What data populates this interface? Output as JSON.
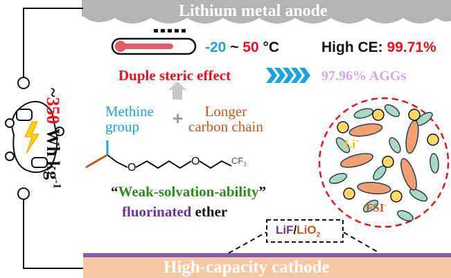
{
  "anode": {
    "label": "Lithium metal anode"
  },
  "cathode": {
    "label": "High-capacity cathode"
  },
  "temperature": {
    "low": "-20",
    "sep": " ~ ",
    "high": "50",
    "unit": " °C"
  },
  "ce": {
    "label": "High CE: ",
    "value": "99.71%"
  },
  "steric": {
    "label": "Duple steric effect"
  },
  "aggs": {
    "label": "97.96% AGGs"
  },
  "groups": {
    "methine_line1": "Methine",
    "methine_line2": "group",
    "plus": "+",
    "chain_line1": "Longer",
    "chain_line2": "carbon chain"
  },
  "molecule": {
    "cf3_main": "CF",
    "cf3_sub": "3"
  },
  "ether": {
    "q_open": "“",
    "weak": "Weak-solvation-ability",
    "q_close": "”",
    "fluorinated": "fluorinated",
    "ether_word": " ether"
  },
  "energy": {
    "prefix": "~",
    "value": "350",
    "unit": " Wh kg",
    "exp": "-1"
  },
  "solvation": {
    "li_main": "Li",
    "li_sup": "+",
    "fsi_main": "FSI",
    "fsi_sup": "-"
  },
  "interphase": {
    "lif": "LiF",
    "slash": "/",
    "lio_main": "LiO",
    "lio_sub": "2"
  },
  "colors": {
    "red": "#e8121b",
    "blue": "#1aa3e0",
    "orange": "#c65a1e",
    "purple": "#7030a0",
    "green": "#2e8b1e",
    "pink": "#d4a8e2",
    "cloud": "#b3b3b3",
    "cathode": "#f6c8a2",
    "cathode_strip": "#8a58b0",
    "li_ion": "#ffd966",
    "fsi": "#f0a070",
    "solvent": "#a9d8c4"
  },
  "icons": [
    "thermometer-icon",
    "chevron-arrows-icon",
    "up-arrow-icon",
    "car-icon",
    "lightning-icon",
    "dashed-circle-icon"
  ]
}
